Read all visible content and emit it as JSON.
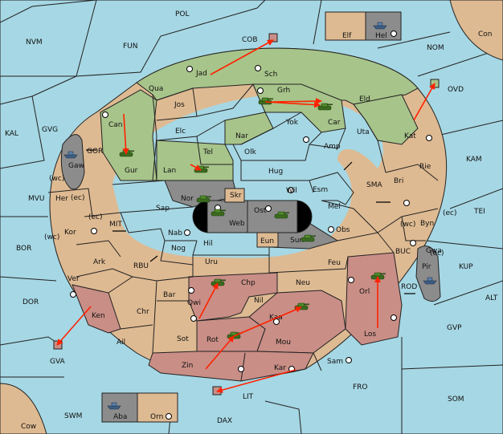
{
  "colors": {
    "sea": "#a6d7e4",
    "neutral": "#deba92",
    "green_power": "#a7c48a",
    "red_power": "#c98e86",
    "impassable": "#8c8c8c",
    "black": "#000000",
    "order_arrow": "#ff2200"
  },
  "icons": {
    "army": "tank-icon",
    "fleet": "ship-icon",
    "supply_center": "supply-center-dot-icon",
    "move_order": "arrow-icon"
  },
  "sea_labels": {
    "pol": "POL",
    "nvm": "NVM",
    "fun": "FUN",
    "cob": "COB",
    "nom": "NOM",
    "con": "Con",
    "ovd": "OVD",
    "kal": "KAL",
    "gvg": "GVG",
    "gor": "GOR",
    "kam": "KAM",
    "mvu": "MVU",
    "sma": "SMA",
    "tei": "TEI",
    "mit": "MIT",
    "bor": "BOR",
    "rbu": "RBU",
    "buc": "BUC",
    "kup": "KUP",
    "dor": "DOR",
    "rod": "ROD",
    "alt": "ALT",
    "gvp": "GVP",
    "gva": "GVA",
    "fro": "FRO",
    "lit": "LIT",
    "som": "SOM",
    "swm": "SWM",
    "dax": "DAX",
    "cow": "Cow"
  },
  "land_labels": {
    "jad": "Jad",
    "sch": "Sch",
    "qua": "Qua",
    "jos": "Jos",
    "grh": "Grh",
    "eld": "Eld",
    "can": "Can",
    "car": "Car",
    "elc": "Elc",
    "yok": "Yok",
    "uta": "Uta",
    "nar": "Nar",
    "amp": "Amp",
    "kat": "Kat",
    "gaw": "Gaw",
    "gur": "Gur",
    "tel": "Tel",
    "olk": "Olk",
    "lan": "Lan",
    "hug": "Hug",
    "rie": "Rie",
    "bri": "Bri",
    "wil": "Wil",
    "esm": "Esm",
    "her": "Her",
    "nor": "Nor",
    "skr": "Skr",
    "mel": "Mel",
    "sap": "Sap",
    "ost": "Ost",
    "web": "Web",
    "kor": "Kor",
    "nab": "Nab",
    "byn": "Byn",
    "obs": "Obs",
    "eun": "Eun",
    "sun": "Sun",
    "hil": "Hil",
    "gwa": "Gwa",
    "ark": "Ark",
    "nog": "Nog",
    "uru": "Uru",
    "feu": "Feu",
    "pir": "Pir",
    "ver": "Ver",
    "chp": "Chp",
    "neu": "Neu",
    "bar": "Bar",
    "orl": "Orl",
    "qwi": "Qwi",
    "nil": "Nil",
    "ken": "Ken",
    "chr": "Chr",
    "kaa": "Kaa",
    "rot": "Rot",
    "sot": "Sot",
    "los": "Los",
    "ail": "Ail",
    "mou": "Mou",
    "zin": "Zin",
    "sam": "Sam",
    "kar": "Kar",
    "elf": "Elf",
    "hel": "Hel",
    "aba": "Aba",
    "orn": "Orn"
  },
  "coast_labels": {
    "wc1": "(wc)",
    "ec1": "(ec)",
    "ec2": "(ec)",
    "wc2": "(wc)",
    "wc3": "(wc)",
    "ec3": "(ec)",
    "ec4": "(ec)"
  },
  "units": [
    {
      "type": "fleet",
      "location": "Gaw"
    },
    {
      "type": "army",
      "location": "Gur"
    },
    {
      "type": "army",
      "location": "Lan"
    },
    {
      "type": "army",
      "location": "Grh"
    },
    {
      "type": "army",
      "location": "Car"
    },
    {
      "type": "army",
      "location": "Nor"
    },
    {
      "type": "army",
      "location": "Web"
    },
    {
      "type": "army",
      "location": "Ost"
    },
    {
      "type": "army",
      "location": "Sun"
    },
    {
      "type": "army",
      "location": "Chp"
    },
    {
      "type": "army",
      "location": "Kaa"
    },
    {
      "type": "army",
      "location": "Rot"
    },
    {
      "type": "army",
      "location": "Orl"
    },
    {
      "type": "fleet",
      "location": "Pir"
    },
    {
      "type": "fleet",
      "location": "Hel"
    },
    {
      "type": "fleet",
      "location": "Aba"
    }
  ],
  "orders": [
    {
      "from": "Jad",
      "to": "COB"
    },
    {
      "from": "Grh",
      "to": "Car"
    },
    {
      "from": "Grh",
      "to": "Grh"
    },
    {
      "from": "Kat",
      "to": "OVD"
    },
    {
      "from": "Can",
      "to": "Gur"
    },
    {
      "from": "Tel",
      "to": "Lan"
    },
    {
      "from": "Ken",
      "to": "GVA"
    },
    {
      "from": "Qwi",
      "to": "Chp"
    },
    {
      "from": "Rot",
      "to": "Kaa"
    },
    {
      "from": "Zin",
      "to": "Rot"
    },
    {
      "from": "Kar",
      "to": "LIT"
    },
    {
      "from": "Los",
      "to": "Orl"
    }
  ]
}
